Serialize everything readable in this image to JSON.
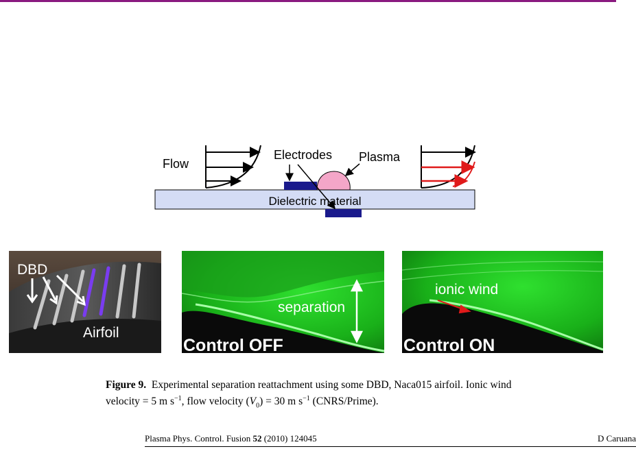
{
  "schematic": {
    "flow_label": "Flow",
    "electrodes_label": "Electrodes",
    "plasma_label": "Plasma",
    "dielectric_label": "Dielectric material"
  },
  "photos": {
    "airfoil": {
      "dbd_label": "DBD",
      "airfoil_label": "Airfoil"
    },
    "control_off": {
      "annotation": "separation",
      "status": "Control OFF"
    },
    "control_on": {
      "annotation": "ionic wind",
      "status": "Control ON"
    }
  },
  "caption": {
    "label": "Figure 9.",
    "line1": "Experimental separation reattachment using some DBD, Naca015 airfoil.  Ionic wind",
    "line2_part1": "velocity = 5 m s",
    "line2_exp1": "−1",
    "line2_part2": ", flow velocity (",
    "line2_var": "V",
    "line2_sub": "0",
    "line2_part3": ") = 30 m s",
    "line2_exp2": "−1",
    "line2_part4": " (CNRS/Prime)."
  },
  "footer": {
    "journal_prefix": "Plasma Phys. Control. Fusion ",
    "volume": "52",
    "journal_suffix": " (2010) 124045",
    "author": "D Caruana"
  },
  "colors": {
    "header_rule": "#8a1a7f",
    "electrode": "#1a1a8c",
    "plasma": "#f4a6c8",
    "dielectric": "#d4dcf5",
    "laser_green": "#1fd01f",
    "ionic_arrow": "#e01a1a",
    "dbd_strip": "#7a3cf0"
  }
}
